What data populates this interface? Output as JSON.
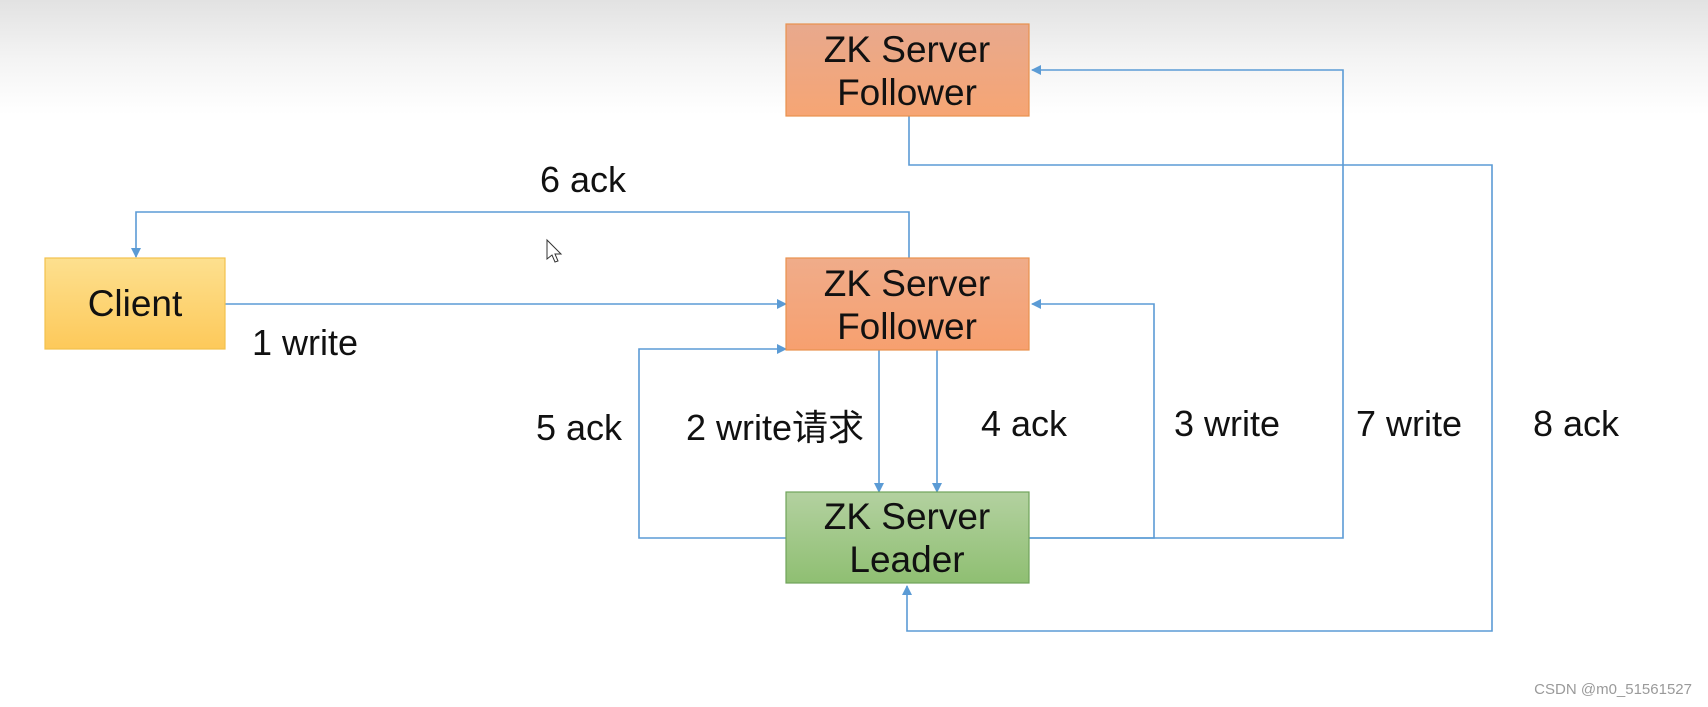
{
  "diagram": {
    "nodes": {
      "client": {
        "label": "Client",
        "color": "#ffd966"
      },
      "follower_top": {
        "line1": "ZK Server",
        "line2": "Follower",
        "color": "#f4b183"
      },
      "follower_mid": {
        "line1": "ZK Server",
        "line2": "Follower",
        "color": "#f4b183"
      },
      "leader": {
        "line1": "ZK Server",
        "line2": "Leader",
        "color": "#a9d08e"
      }
    },
    "edges": {
      "e1": "1 write",
      "e2": "2 write请求",
      "e3": "3 write",
      "e4": "4 ack",
      "e5": "5 ack",
      "e6": "6 ack",
      "e7": "7 write",
      "e8": "8 ack"
    },
    "edge_color": "#5b9bd5"
  },
  "watermark": "CSDN @m0_51561527"
}
